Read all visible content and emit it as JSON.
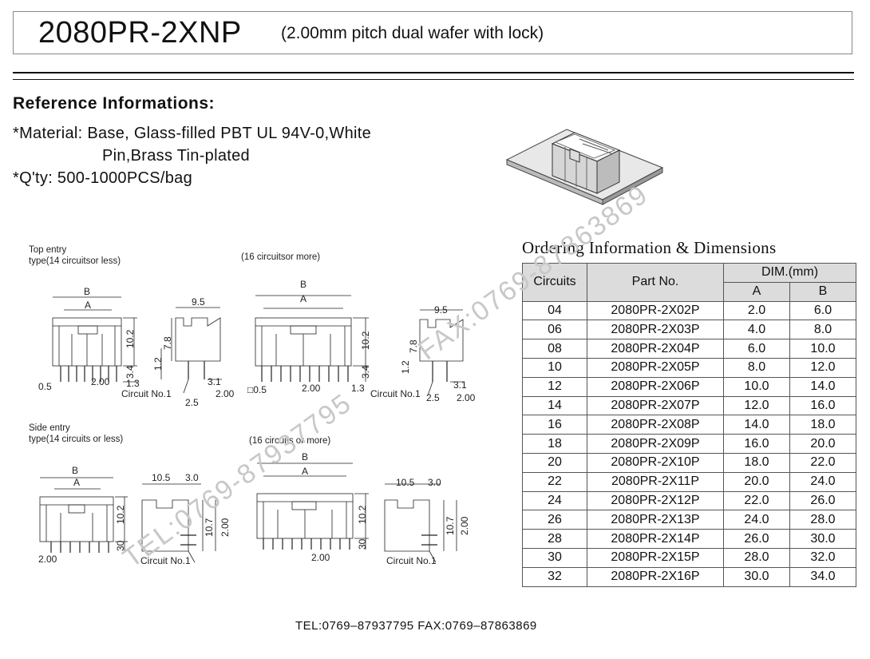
{
  "header": {
    "part_number": "2080PR-2XNP",
    "subtitle": "(2.00mm pitch dual wafer with lock)"
  },
  "reference": {
    "heading": "Reference Informations:",
    "material_line1": "*Material: Base, Glass-filled PBT UL 94V-0,White",
    "material_line2": "Pin,Brass Tin-plated",
    "qty_line": "*Q'ty: 500-1000PCS/bag"
  },
  "drawings": {
    "top_entry_label_1": "Top entry",
    "top_entry_label_2": "type(14 circuitsor less)",
    "top_entry_more": "(16 circuitsor more)",
    "side_entry_label_1": "Side entry",
    "side_entry_label_2": "type(14 circuits or less)",
    "side_entry_more": "(16 circuits or more)",
    "dims": {
      "B": "B",
      "A": "A",
      "d_10_2": "10.2",
      "d_3_4": "3.4",
      "d_1_3": "1.3",
      "d_0_5": "0.5",
      "d_sq_0_5": "□0.5",
      "d_2_00": "2.00",
      "d_9_5": "9.5",
      "d_7_8": "7.8",
      "d_1_2": "1.2",
      "d_3_1": "3.1",
      "d_2_5": "2.5",
      "circuit_no": "Circuit No.1",
      "d_10_5": "10.5",
      "d_3_0": "3.0",
      "d_10_7": "10.7",
      "d_30": "30"
    }
  },
  "ordering": {
    "title": "Ordering Information & Dimensions",
    "headers": {
      "circuits": "Circuits",
      "part_no": "Part No.",
      "dim": "DIM.(mm)",
      "a": "A",
      "b": "B"
    },
    "rows": [
      {
        "circuits": "04",
        "part": "2080PR-2X02P",
        "a": "2.0",
        "b": "6.0"
      },
      {
        "circuits": "06",
        "part": "2080PR-2X03P",
        "a": "4.0",
        "b": "8.0"
      },
      {
        "circuits": "08",
        "part": "2080PR-2X04P",
        "a": "6.0",
        "b": "10.0"
      },
      {
        "circuits": "10",
        "part": "2080PR-2X05P",
        "a": "8.0",
        "b": "12.0"
      },
      {
        "circuits": "12",
        "part": "2080PR-2X06P",
        "a": "10.0",
        "b": "14.0"
      },
      {
        "circuits": "14",
        "part": "2080PR-2X07P",
        "a": "12.0",
        "b": "16.0"
      },
      {
        "circuits": "16",
        "part": "2080PR-2X08P",
        "a": "14.0",
        "b": "18.0"
      },
      {
        "circuits": "18",
        "part": "2080PR-2X09P",
        "a": "16.0",
        "b": "20.0"
      },
      {
        "circuits": "20",
        "part": "2080PR-2X10P",
        "a": "18.0",
        "b": "22.0"
      },
      {
        "circuits": "22",
        "part": "2080PR-2X11P",
        "a": "20.0",
        "b": "24.0"
      },
      {
        "circuits": "24",
        "part": "2080PR-2X12P",
        "a": "22.0",
        "b": "26.0"
      },
      {
        "circuits": "26",
        "part": "2080PR-2X13P",
        "a": "24.0",
        "b": "28.0"
      },
      {
        "circuits": "28",
        "part": "2080PR-2X14P",
        "a": "26.0",
        "b": "30.0"
      },
      {
        "circuits": "30",
        "part": "2080PR-2X15P",
        "a": "28.0",
        "b": "32.0"
      },
      {
        "circuits": "32",
        "part": "2080PR-2X16P",
        "a": "30.0",
        "b": "34.0"
      }
    ]
  },
  "watermark": {
    "fax": "FAX:0769-87863869",
    "tel": "TEL:0769-87937795"
  },
  "footer": {
    "contact": "TEL:0769–87937795   FAX:0769–87863869"
  }
}
